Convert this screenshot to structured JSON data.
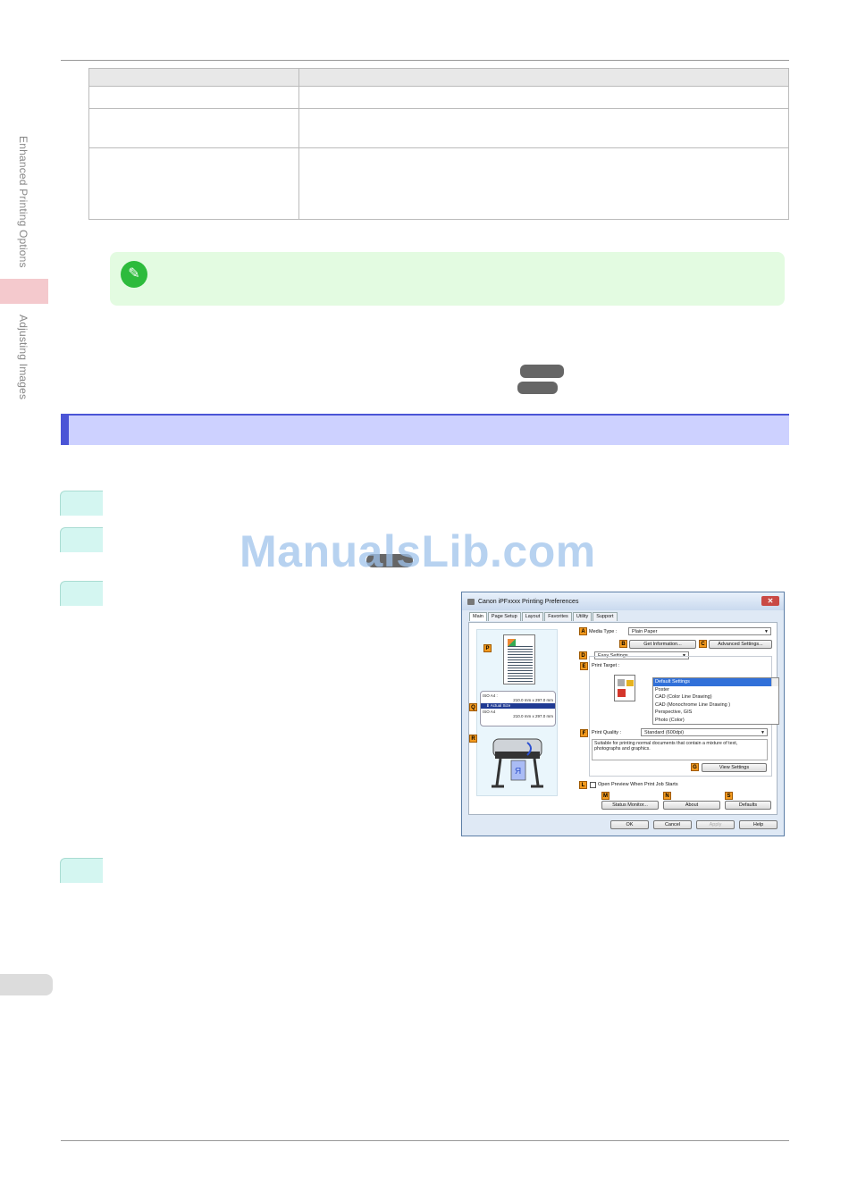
{
  "sidebar": {
    "section1": "Enhanced Printing Options",
    "section2": "Adjusting Images"
  },
  "watermark": "ManualsLib.com",
  "dialog": {
    "title": "Canon iPFxxxx Printing Preferences",
    "close_label": "✕",
    "tabs": [
      "Main",
      "Page Setup",
      "Layout",
      "Favorites",
      "Utility",
      "Support"
    ],
    "markers": [
      "A",
      "B",
      "C",
      "D",
      "E",
      "F",
      "G",
      "L",
      "M",
      "N",
      "S",
      "P",
      "Q",
      "R"
    ],
    "media_type_label": "Media Type :",
    "media_type_value": "Plain Paper",
    "get_information": "Get Information...",
    "advanced_settings": "Advanced Settings...",
    "settings_mode": "Easy Settings",
    "print_target_label": "Print Target :",
    "print_targets": [
      "Default Settings",
      "Poster",
      "CAD (Color Line Drawing)",
      "CAD (Monochrome Line Drawing )",
      "Perspective, GIS",
      "Photo (Color)"
    ],
    "print_quality_label": "Print Quality :",
    "print_quality_value": "Standard (600dpi)",
    "description": "Suitable for printing normal documents that contain a mixture of text, photographs and graphics.",
    "view_settings": "View Settings",
    "open_preview": "Open Preview When Print Job Starts",
    "status_monitor": "Status Monitor...",
    "about": "About",
    "defaults": "Defaults",
    "ok": "OK",
    "cancel": "Cancel",
    "apply": "Apply",
    "help": "Help",
    "preview": {
      "size1": "ISO A4 :",
      "dim1": "210.0 mm x 297.0 mm",
      "actual": "Actual Size",
      "size2": "ISO A4",
      "dim2": "210.0 mm x 297.0 mm"
    }
  }
}
